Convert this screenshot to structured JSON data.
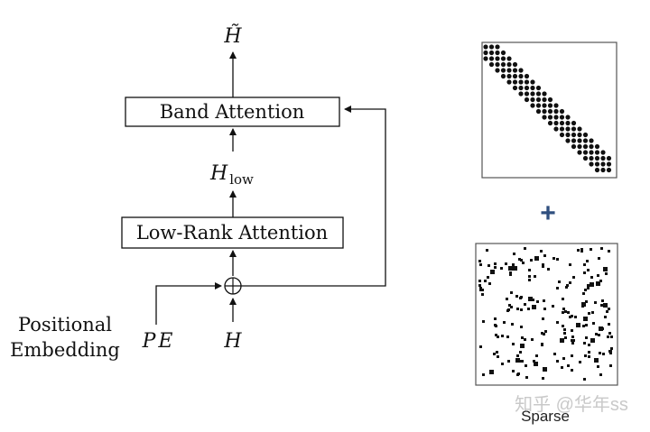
{
  "diagram": {
    "output_label": "H̃",
    "band_attention_label": "Band Attention",
    "h_low_main": "H",
    "h_low_sub": "low",
    "low_rank_attention_label": "Low-Rank Attention",
    "plus_circle_symbol": "⊕",
    "positional_embedding_line1": "Positional",
    "positional_embedding_line2": "Embedding",
    "pe_label": "PE",
    "input_label": "H",
    "plus_sign": "+",
    "sparse_label": "Sparse",
    "watermark": "知乎 @华年ss"
  },
  "colors": {
    "plus_sign": "#2f4f7f",
    "line": "#111111",
    "matrix_border": "#555555",
    "watermark": "#c9c9c9"
  }
}
